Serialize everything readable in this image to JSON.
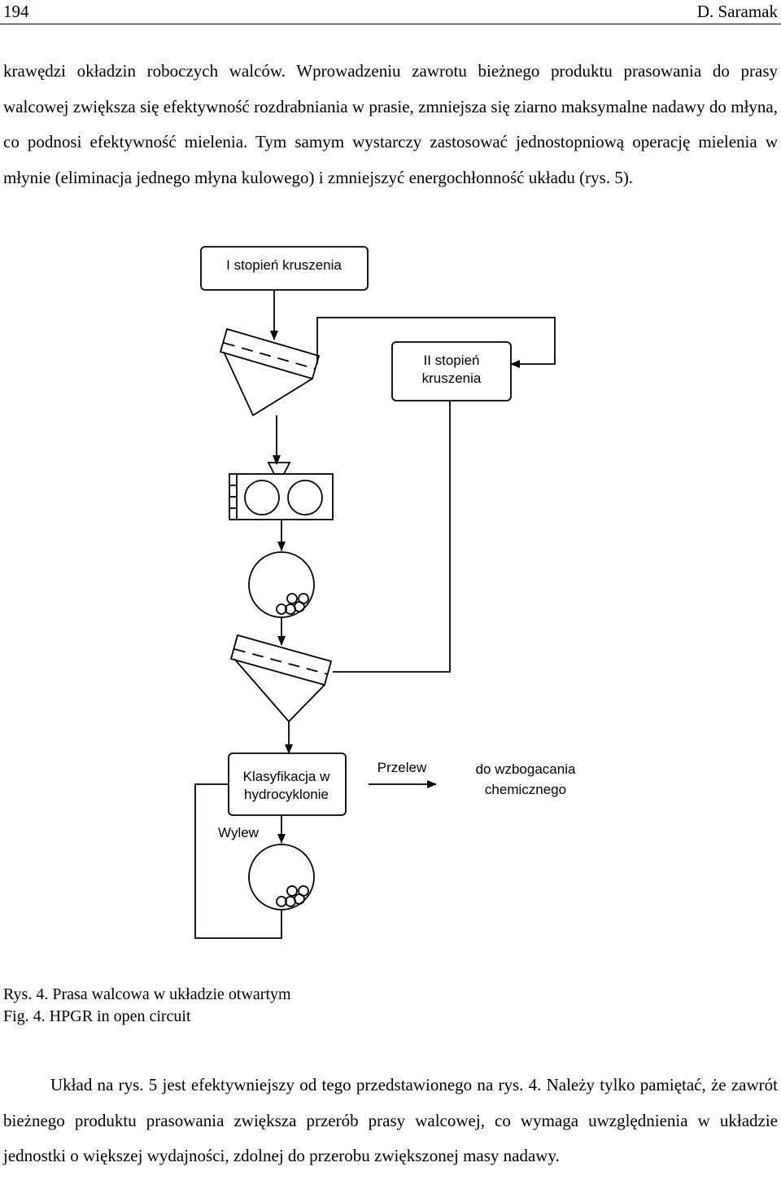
{
  "header": {
    "page_number": "194",
    "running_head": "D. Saramak"
  },
  "paragraph_top": "krawędzi okładzin roboczych walców. Wprowadzeniu zawrotu bieżnego produktu prasowania do prasy walcowej zwiększa się efektywność rozdrabniania w prasie, zmniejsza się ziarno maksymalne nadawy do młyna, co podnosi efektywność mielenia. Tym samym wystarczy zastosować jednostopniową operację mielenia w młynie (eliminacja jednego młyna kulowego) i zmniejszyć energochłonność układu (rys. 5).",
  "diagram": {
    "stage1_label": "I stopień kruszenia",
    "stage2_label_line1": "II stopień",
    "stage2_label_line2": "kruszenia",
    "hydrocyclone_label_line1": "Klasyfikacja w",
    "hydrocyclone_label_line2": "hydrocyklonie",
    "overflow_label": "Przelew",
    "destination_label_line1": "do wzbogacania",
    "destination_label_line2": "chemicznego",
    "underflow_label": "Wylew"
  },
  "caption": {
    "polish": "Rys. 4. Prasa walcowa w układzie otwartym",
    "english": "Fig. 4. HPGR in open circuit"
  },
  "paragraph_bottom": "Układ na rys. 5 jest efektywniejszy od tego przedstawionego na rys. 4. Należy tylko pamiętać, że zawrót bieżnego produktu prasowania zwiększa przerób prasy walcowej, co wymaga uwzględnienia w układzie jednostki o większej wydajności, zdolnej do przerobu zwiększonej masy nadawy."
}
